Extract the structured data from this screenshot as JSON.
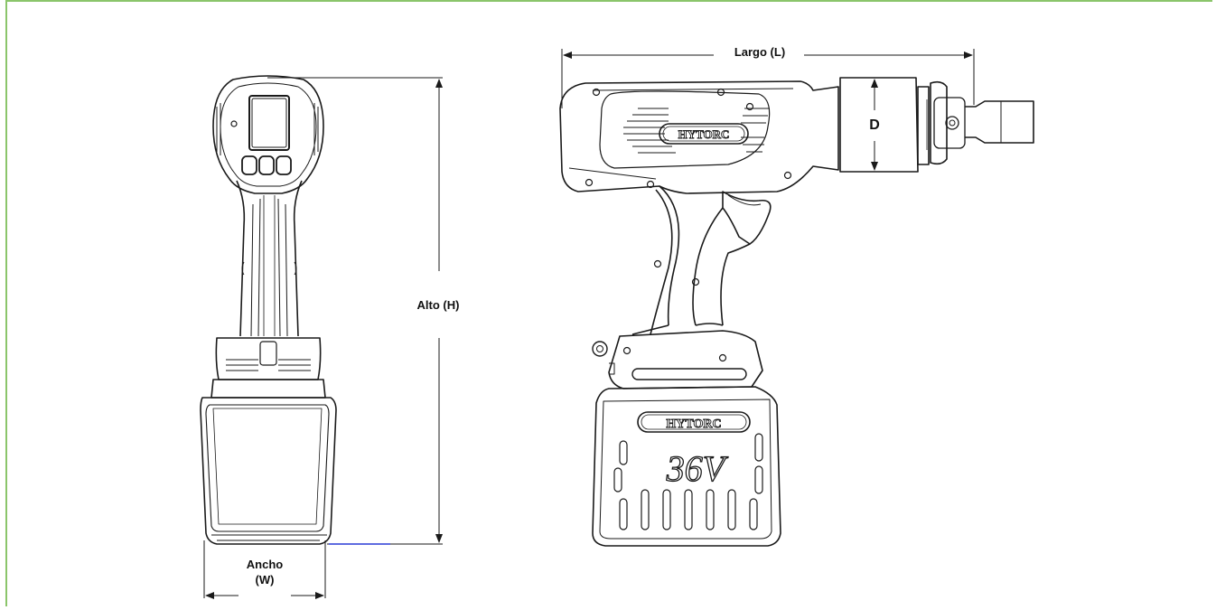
{
  "labels": {
    "length": "Largo (L)",
    "diameter": "D",
    "height": "Alto (H)",
    "width_line1": "Ancho",
    "width_line2": "(W)"
  },
  "brand": {
    "top_logo": "HYTORC",
    "battery_logo": "HYTORC",
    "battery_voltage": "36V"
  },
  "colors": {
    "frame": "#8bc56b",
    "line": "#1a1a1a",
    "accent_line": "#2a3bd6"
  }
}
